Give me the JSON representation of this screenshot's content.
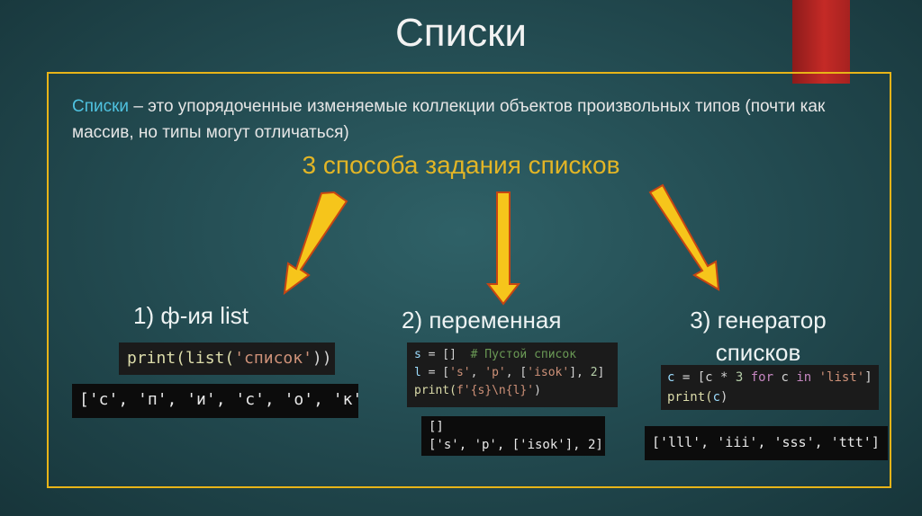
{
  "slide": {
    "title": "Списки",
    "intro_term": "Списки",
    "intro_rest": " – это упорядоченные изменяемые коллекции объектов произвольных типов (почти как массив, но типы могут отличаться)",
    "subhead": "3 способа задания списков",
    "methods": [
      {
        "label": "1) ф-ия list"
      },
      {
        "label": "2) переменная"
      },
      {
        "label_line1": "3) генератор",
        "label_line2": "списков"
      }
    ],
    "code1": {
      "l1_fn": "print(",
      "l1_fn2": "list(",
      "l1_str": "'список'",
      "l1_end": "))",
      "output": "['с', 'п', 'и', 'с', 'о', 'к']"
    },
    "code2": {
      "l1_var": "s",
      "l1_rest": " = []  ",
      "l1_cmt": "# Пустой список",
      "l2_var": "l",
      "l2_a": " = [",
      "l2_s1": "'s'",
      "l2_b": ", ",
      "l2_s2": "'p'",
      "l2_c": ", [",
      "l2_s3": "'isok'",
      "l2_d": "], ",
      "l2_n": "2",
      "l2_e": "]",
      "l3_fn": "print(",
      "l3_str": "f'{s}\\n{l}'",
      "l3_end": ")",
      "output_line1": "[]",
      "output_line2": "['s', 'p', ['isok'], 2]"
    },
    "code3": {
      "l1_var": "c",
      "l1_a": " = [c * ",
      "l1_n": "3",
      "l1_kw1": " for ",
      "l1_b": "c",
      "l1_kw2": " in ",
      "l1_str": "'list'",
      "l1_end": "]",
      "l2_fn": "print(",
      "l2_var": "c",
      "l2_end": ")",
      "output": "['lll', 'iii', 'sss', 'ttt']"
    },
    "colors": {
      "accent_gold": "#e8b418",
      "term_blue": "#4fc2e0",
      "arrow_fill": "#f6c51b",
      "arrow_stroke": "#c64513",
      "red_tab": "#c42a26"
    }
  }
}
